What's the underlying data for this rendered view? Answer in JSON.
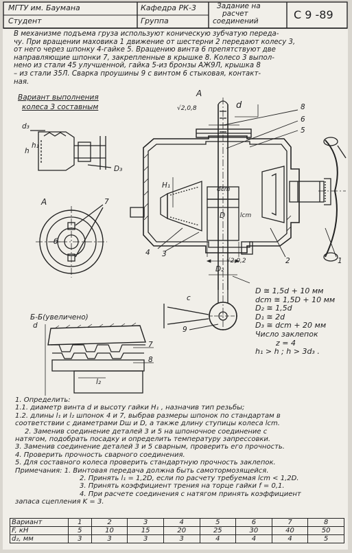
{
  "header": {
    "institute": "МГТУ им. Баумана",
    "student": "Студент",
    "department": "Кафедра РК-3",
    "group": "Группа",
    "title_line1": "Задание на",
    "title_line2": "расчет",
    "title_line3": "соединений",
    "code": "С 9 -89"
  },
  "description": [
    "В механизме подъема груза используют коническую зубчатую переда-",
    "чу. При вращении маховика 1 движение от шестерни 2 передают колесу 3,",
    "от него через шпонку 4-гайке 5. Вращению винта 6 препятствуют две",
    "направляющие шпонки 7, закрепленные в крышке 8. Колесо 3 выпол-",
    "нено из стали 45 улучшенной, гайка 5-из бронзы АЖ9Л, крышка 8",
    "– из стали 35Л. Сварка проушины 9 с винтом 6 стыковая, контакт-",
    "ная."
  ],
  "variant_note": {
    "line1": "Вариант выполнения",
    "line2": "колеса 3 составным"
  },
  "drawing_labels": {
    "d3": "d₃",
    "h": "h",
    "h1": "h₁",
    "D3": "D₃",
    "A_top": "A",
    "d": "d",
    "rough1": "√2,0,8",
    "rough2": "√2,0,2",
    "n8": "8",
    "n6": "6",
    "n5": "5",
    "n4": "4",
    "n3": "3",
    "n2": "2",
    "n1": "1",
    "n9": "9",
    "n7": "7",
    "H1": "H₁",
    "dcm": "dcm",
    "D": "D",
    "lcm": "lcm",
    "D2": "D₂",
    "c": "c",
    "A_view": "A",
    "b": "б",
    "section": "Б-Б(увеличено)",
    "l2": "l₂",
    "d_sec": "d"
  },
  "formulas": [
    "D ≅ 1,5d + 10 мм",
    "dcm ≅ 1,5D + 10 мм",
    "D₂ ≅ 1,5d",
    "D₁ ≅ 2d",
    "D₃ ≅ dcm + 20 мм",
    "Число заклепок",
    "z = 4",
    "h₁ > h ;   h > 3d₃ ."
  ],
  "tasks": [
    "1. Определить:",
    "1.1. диаметр винта d и высоту гайки H₁ , назначив тип резьбы;",
    "1.2. длины l₁ и l₂ шпонок 4 и 7, выбрав размеры шпонок по стандартам в",
    "соответствии с диаметрами Dш и D, а также длину ступицы колеса lcm.",
    "2. Заменив соединение деталей 3 и 5 на шпоночное соединение с",
    "натягом, подобрать посадку и определить температуру запрессовки.",
    "3. Заменив соединение деталей 3 и 5 сварным, проверить его прочность.",
    "4. Проверить прочность сварного соединения.",
    "5. Для составного колеса проверить стандартную прочность заклепок.",
    "Примечания: 1. Винтовая передача должна быть самотормозящейся.",
    "2. Принять l₁ = 1,2D, если по расчету требуемая lcm < 1,2D.",
    "3. Принять коэффициент трения на торце гайки f = 0,1.",
    "4. При расчете соединения с натягом принять коэффициент",
    "запаса сцепления K = 3."
  ],
  "variant_table": {
    "headers": [
      "Вариант",
      "1",
      "2",
      "3",
      "4",
      "5",
      "6",
      "7",
      "8"
    ],
    "rows": [
      {
        "label": "F, кН",
        "values": [
          "5",
          "10",
          "15",
          "20",
          "25",
          "30",
          "40",
          "50"
        ]
      },
      {
        "label": "d₂, мм",
        "values": [
          "3",
          "3",
          "3",
          "3",
          "4",
          "4",
          "4",
          "5"
        ]
      }
    ]
  },
  "colors": {
    "paper": "#f1efe9",
    "ink": "#1d1d1f"
  }
}
